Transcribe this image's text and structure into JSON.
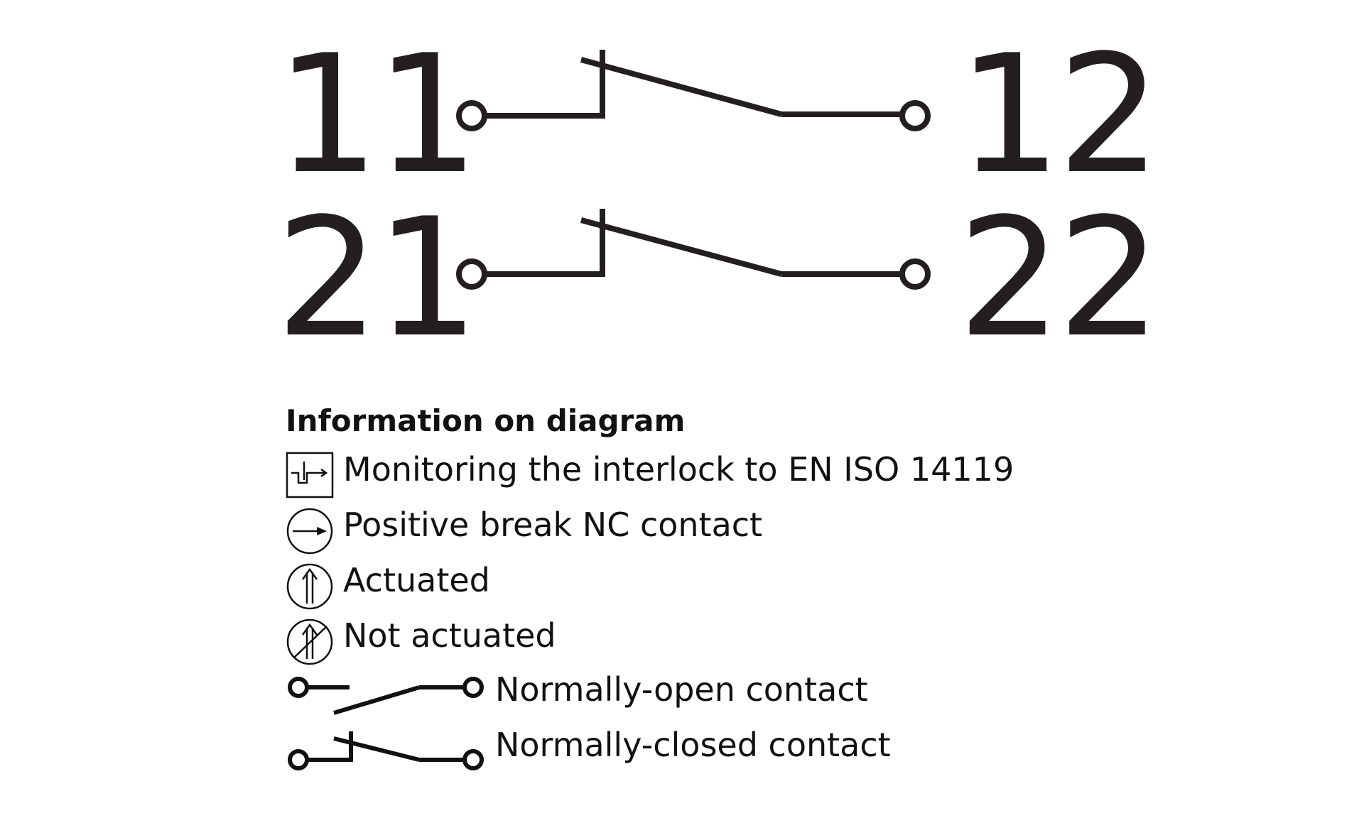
{
  "terminals": {
    "t11": "11",
    "t12": "12",
    "t21": "21",
    "t22": "22"
  },
  "legend": {
    "title": "Information on diagram",
    "items": [
      {
        "icon": "interlock-monitoring-icon",
        "label": "Monitoring the interlock to EN ISO 14119"
      },
      {
        "icon": "positive-break-icon",
        "label": "Positive break NC contact"
      },
      {
        "icon": "actuated-icon",
        "label": "Actuated"
      },
      {
        "icon": "not-actuated-icon",
        "label": "Not actuated"
      },
      {
        "icon": "normally-open-contact-icon",
        "label": "Normally-open contact"
      },
      {
        "icon": "normally-closed-contact-icon",
        "label": "Normally-closed contact"
      }
    ]
  },
  "colors": {
    "ink": "#231f20"
  }
}
